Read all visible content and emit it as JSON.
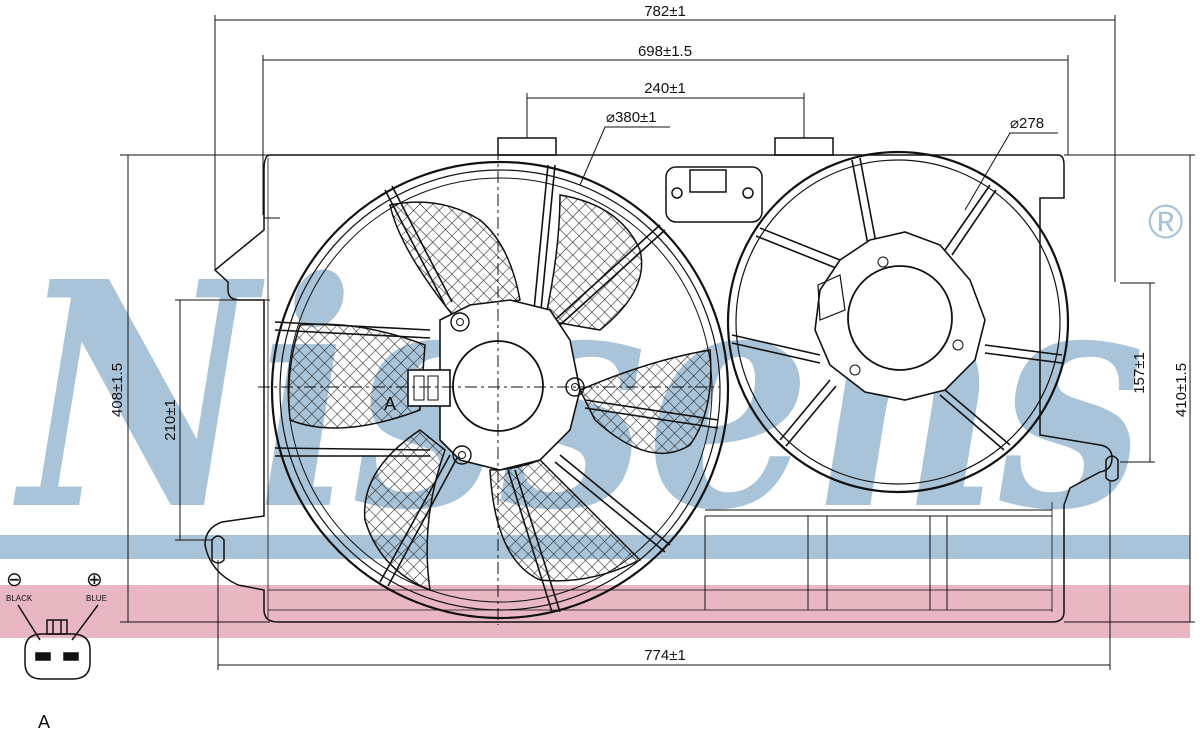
{
  "watermark": {
    "brand": "Nissens",
    "registered_mark": "®",
    "color": "#a9c4d9",
    "stripe_blue": "#a9c4d9",
    "stripe_red": "#e9b7c2"
  },
  "dimensions": {
    "overall_width": "782±1",
    "mount_spacing": "698±1.5",
    "bracket_spacing": "240±1",
    "large_fan_diameter": "⌀380±1",
    "small_fan_diameter": "⌀278",
    "overall_height": "408±1.5",
    "left_mount_height": "210±1",
    "right_mount_height": "157±1",
    "right_height": "410±1.5",
    "bottom_width": "774±1"
  },
  "labels": {
    "section_mark": "A",
    "detail_mark": "A"
  },
  "connector": {
    "negative_symbol": "⊖",
    "positive_symbol": "⊕",
    "negative_wire": "BLACK",
    "positive_wire": "BLUE"
  }
}
